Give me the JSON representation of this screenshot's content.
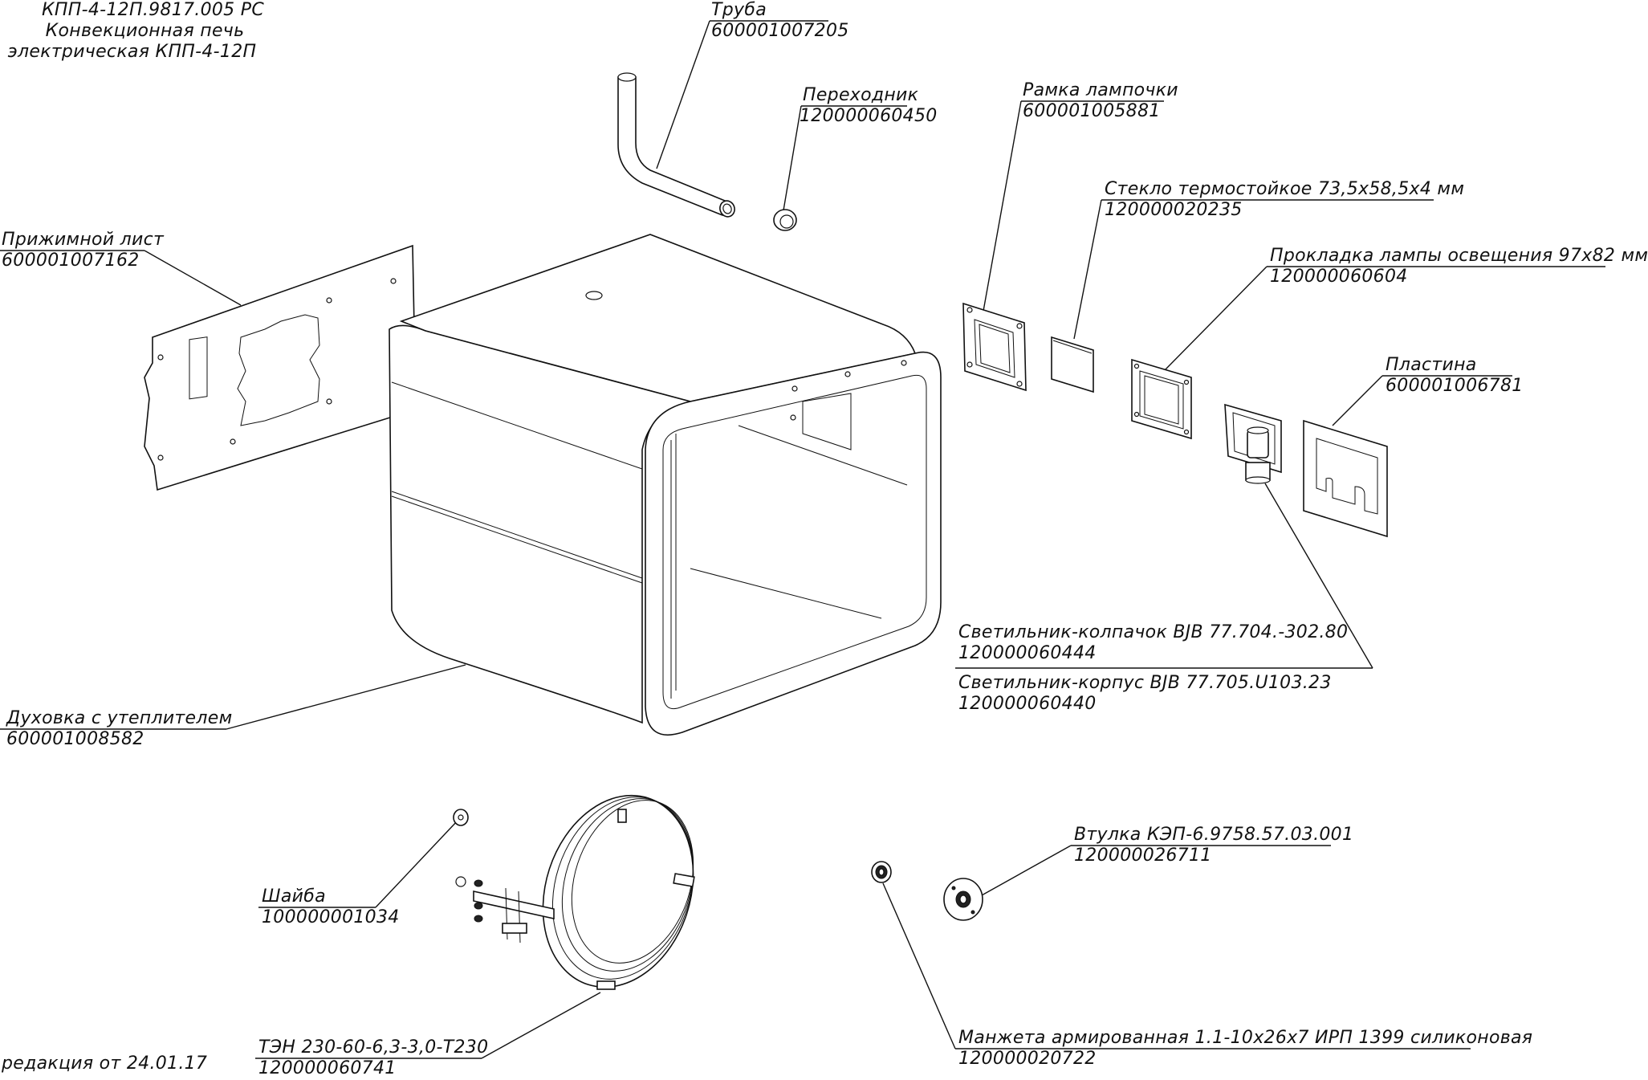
{
  "document": {
    "title_lines": [
      "КПП-4-12П.9817.005 РС",
      "Конвекционная печь",
      "электрическая КПП-4-12П"
    ],
    "revision": "редакция от 24.01.17"
  },
  "callouts": {
    "truba": {
      "name": "Труба",
      "code": "600001007205"
    },
    "perekhodnik": {
      "name": "Переходник",
      "code": "120000060450"
    },
    "ramka": {
      "name": "Рамка лампочки",
      "code": "600001005881"
    },
    "steklo": {
      "name": "Стекло термостойкое 73,5х58,5х4 мм",
      "code": "120000020235"
    },
    "prokladka": {
      "name": "Прокладка лампы освещения 97х82 мм",
      "code": "120000060604"
    },
    "plastina": {
      "name": "Пластина",
      "code": "600001006781"
    },
    "prizhimnoy": {
      "name": "Прижимной лист",
      "code": "600001007162"
    },
    "svetilnik_kolpachok": {
      "name": "Светильник-колпачок BJB 77.704.-302.80",
      "code": "120000060444"
    },
    "svetilnik_korpus": {
      "name": "Светильник-корпус BJB 77.705.U103.23",
      "code": "120000060440"
    },
    "dukhovka": {
      "name": "Духовка с утеплителем",
      "code": "600001008582"
    },
    "vtulka": {
      "name": "Втулка КЭП-6.9758.57.03.001",
      "code": "120000026711"
    },
    "shayba": {
      "name": "Шайба",
      "code": "100000001034"
    },
    "ten": {
      "name": "ТЭН 230-60-6,3-3,0-Т230",
      "code": "120000060741"
    },
    "manzheta": {
      "name": "Манжета армированная 1.1-10х26х7 ИРП 1399 силиконовая",
      "code": "120000020722"
    }
  }
}
